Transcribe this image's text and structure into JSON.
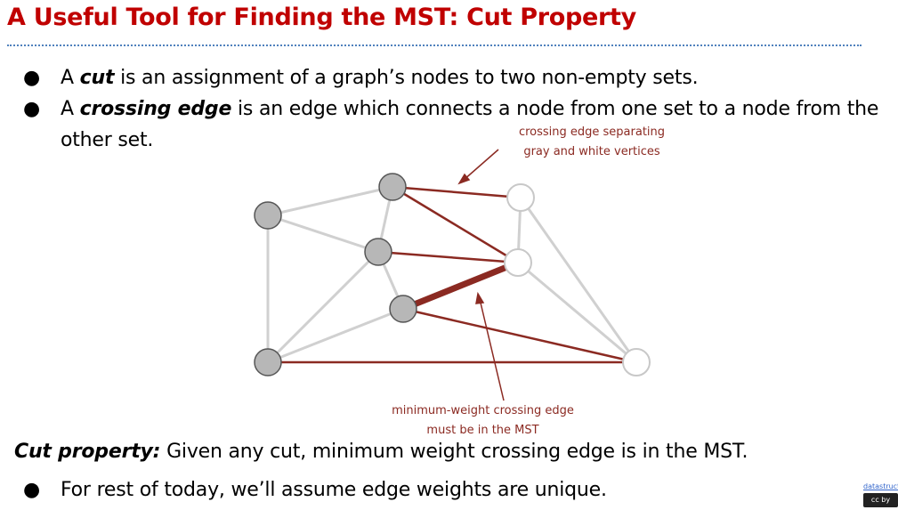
{
  "title": "A Useful Tool for Finding the MST: Cut Property",
  "bullets": [
    {
      "pre": "A ",
      "em": "cut",
      "post": " is an assignment of a graph’s nodes to two non-empty sets."
    },
    {
      "pre": "A ",
      "em": "crossing edge",
      "post": " is an edge which connects a node from one set to a node from the other set."
    }
  ],
  "annotations": {
    "top_line1": "crossing edge separating",
    "top_line2": "gray and white vertices",
    "bottom_line1": "minimum-weight crossing edge",
    "bottom_line2": "must be in the MST"
  },
  "cut_property": {
    "label": "Cut property:",
    "text": " Given any cut, minimum weight crossing edge is in the MST."
  },
  "final_bullet": "For rest of today, we’ll assume edge weights are unique.",
  "footer": {
    "link": "datastructu",
    "license": "cc by"
  },
  "colors": {
    "title": "#c00000",
    "crossing": "#8b2a22",
    "gray_node": "#b7b7b7",
    "gray_edge": "#d0d0d0"
  }
}
